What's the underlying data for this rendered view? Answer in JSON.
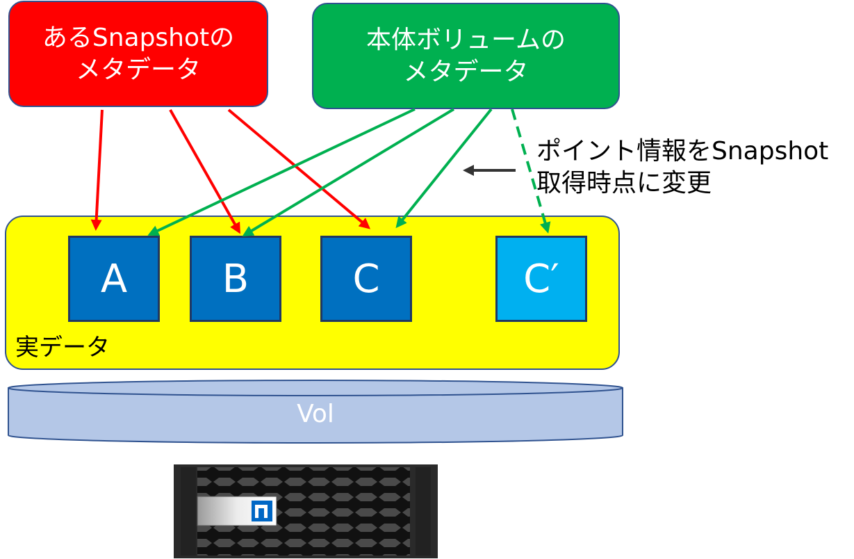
{
  "snapshot_meta": {
    "line1": "あるSnapshotの",
    "line2": "メタデータ",
    "color": "#ff0000"
  },
  "volume_meta": {
    "line1": "本体ボリュームの",
    "line2": "メタデータ",
    "color": "#00b050"
  },
  "real_data": {
    "label": "実データ",
    "color": "#ffff00"
  },
  "blocks": [
    {
      "label": "A",
      "color": "#0070c0"
    },
    {
      "label": "B",
      "color": "#0070c0"
    },
    {
      "label": "C",
      "color": "#0070c0"
    },
    {
      "label": "C′",
      "color": "#00b0f0"
    }
  ],
  "annotation": {
    "line1": "ポイント情報をSnapshot",
    "line2": "取得時点に変更"
  },
  "volume": {
    "label": "Vol",
    "color": "#b4c7e7"
  },
  "icons": {
    "storage": "netapp-storage-array-icon",
    "arrow": "left-arrow-icon"
  }
}
